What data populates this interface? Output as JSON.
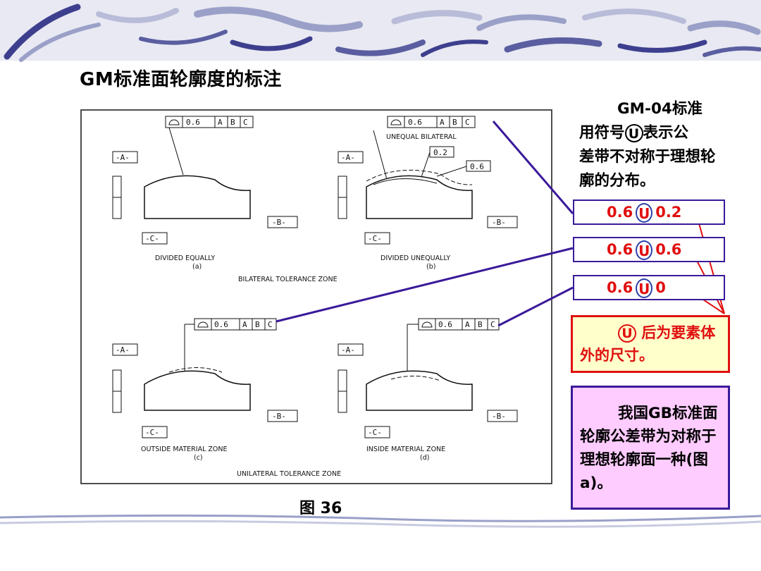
{
  "slide": {
    "title": "GM标准面轮廓度的标注",
    "figure_caption": "图 36"
  },
  "figure": {
    "fcf": {
      "value": "0.6",
      "datums": [
        "A",
        "B",
        "C"
      ]
    },
    "datum_labels": {
      "a": "-A-",
      "b": "-B-",
      "c": "-C-"
    },
    "panel_a": {
      "label": "DIVIDED EQUALLY",
      "sub": "(a)"
    },
    "panel_b": {
      "label": "DIVIDED UNEQUALLY",
      "sub": "(b)",
      "note": "UNEQUAL BILATERAL",
      "dim1": "0.2",
      "dim2": "0.6"
    },
    "panel_c": {
      "label": "OUTSIDE MATERIAL ZONE",
      "sub": "(c)"
    },
    "panel_d": {
      "label": "INSIDE MATERIAL ZONE",
      "sub": "(d)"
    },
    "group1": "BILATERAL TOLERANCE ZONE",
    "group2": "UNILATERAL TOLERANCE ZONE"
  },
  "note": {
    "line1_prefix": "GM-04标准",
    "line2_prefix": "用符号",
    "symbol": "U",
    "line2_suffix": "表示公",
    "rest": "差带不对称于理想轮廓的分布。"
  },
  "tolerance_boxes": [
    {
      "left": "0.6",
      "symbol": "U",
      "right": "0.2"
    },
    {
      "left": "0.6",
      "symbol": "U",
      "right": "0.6"
    },
    {
      "left": "0.6",
      "symbol": "U",
      "right": "0"
    }
  ],
  "red_note": {
    "symbol": "U",
    "text": "后为要素体外的尺寸。"
  },
  "pink_note": {
    "text": "我国GB标准面轮廓公差带为对称于理想轮廓面一种(图a)。"
  },
  "colors": {
    "accent_red": "#e01010",
    "border_purple": "#3a1a9a",
    "pink_bg": "#ffccff",
    "yellow_bg": "#ffffcc"
  }
}
